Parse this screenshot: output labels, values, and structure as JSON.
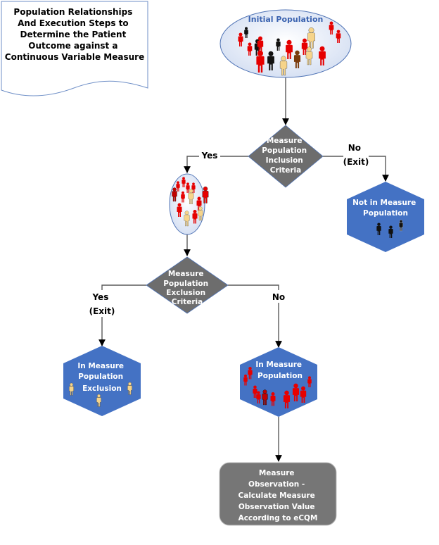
{
  "title_doc": {
    "lines": [
      "Population Relationships",
      "And Execution Steps to",
      "Determine the Patient",
      "Outcome against a",
      "Continuous Variable Measure"
    ]
  },
  "initial_population": {
    "label": "Initial Population",
    "icon": "crowd-icon"
  },
  "inclusion_decision": {
    "lines": [
      "Measure",
      "Population",
      "Inclusion",
      "Criteria"
    ],
    "yes_label": "Yes",
    "no_label_lines": [
      "No",
      "(Exit)"
    ]
  },
  "included_population": {
    "icon": "crowd-icon"
  },
  "not_in_measure_population": {
    "lines": [
      "Not in Measure",
      "Population"
    ],
    "icon": "people-icon"
  },
  "exclusion_decision": {
    "lines": [
      "Measure",
      "Population",
      "Exclusion",
      "Criteria"
    ],
    "yes_label_lines": [
      "Yes",
      "(Exit)"
    ],
    "no_label": "No"
  },
  "in_measure_population_exclusion": {
    "lines": [
      "In Measure",
      "Population",
      "Exclusion"
    ],
    "icon": "people-icon"
  },
  "in_measure_population": {
    "lines": [
      "In Measure",
      "Population"
    ],
    "icon": "crowd-icon"
  },
  "measure_observation": {
    "lines": [
      "Measure",
      "Observation -",
      "Calculate Measure",
      "Observation Value",
      "According to eCQM"
    ]
  },
  "colors": {
    "hexagon_fill": "#4472c4",
    "decision_fill": "#6d6d6d",
    "process_fill": "#767676",
    "ellipse_fill": "#dde6f5",
    "ellipse_stroke": "#4f73b5",
    "connector": "#595959",
    "person_red": "#e60000",
    "person_black": "#111111",
    "person_tan": "#f6d48a",
    "person_brown": "#7a3b0c"
  }
}
